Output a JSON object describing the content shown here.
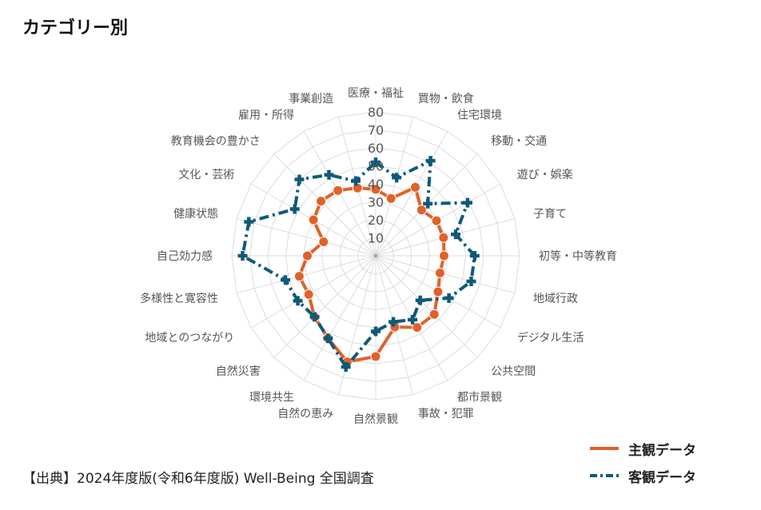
{
  "title": "カテゴリー別",
  "source": "【出典】2024年度版(令和6年度版) Well-Being 全国調査",
  "chart_data": {
    "type": "radar",
    "categories": [
      "医療・福祉",
      "買物・飲食",
      "住宅環境",
      "移動・交通",
      "遊び・娯楽",
      "子育て",
      "初等・中等教育",
      "地域行政",
      "デジタル生活",
      "公共空間",
      "都市景観",
      "事故・犯罪",
      "自然景観",
      "自然の恵み",
      "環境共生",
      "自然災害",
      "地域とのつながり",
      "多様性と寛容性",
      "自己効力感",
      "健康状態",
      "文化・芸術",
      "教育機会の豊かさ",
      "雇用・所得",
      "事業創造"
    ],
    "axis_ticks": [
      10,
      20,
      30,
      40,
      50,
      60,
      70,
      80
    ],
    "rlim": [
      0,
      80
    ],
    "grid": true,
    "legend_position": "bottom-right",
    "series": [
      {
        "name": "主観データ",
        "color": "#E0622A",
        "style": "solid",
        "marker": "circle",
        "values": [
          37,
          33,
          44,
          36,
          39,
          39,
          38,
          37,
          40,
          46,
          46,
          41,
          56,
          61,
          53,
          48,
          43,
          44,
          38,
          30,
          40,
          43,
          42,
          39
        ]
      },
      {
        "name": "客観データ",
        "color": "#0F5A78",
        "style": "dash-dot",
        "marker": "plus",
        "values": [
          52,
          45,
          61,
          41,
          59,
          46,
          55,
          55,
          47,
          35,
          41,
          38,
          42,
          64,
          53,
          48,
          50,
          52,
          74,
          73,
          52,
          60,
          52,
          43
        ]
      }
    ]
  }
}
